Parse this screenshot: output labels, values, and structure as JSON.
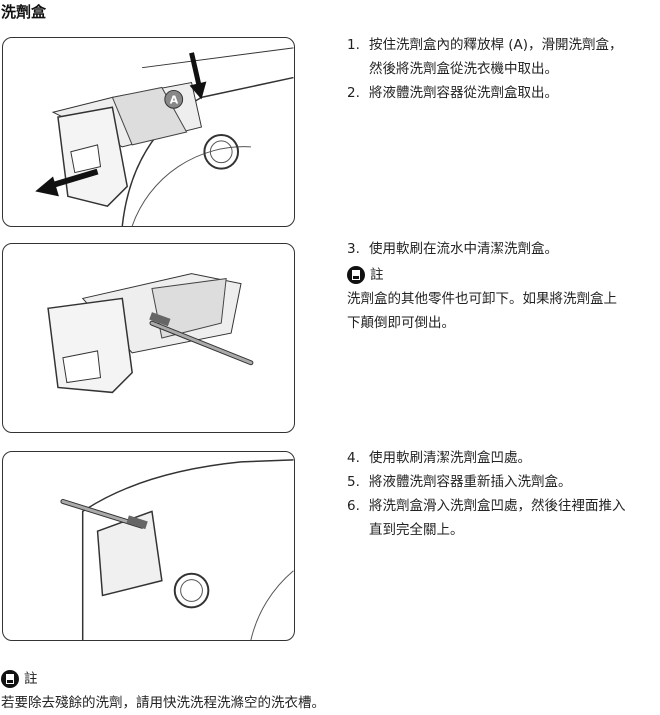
{
  "title": "洗劑盒",
  "figure1": {
    "callout": "A"
  },
  "steps_group1": [
    {
      "num": "1.",
      "lines": [
        "按住洗劑盒內的釋放桿 (A)，滑開洗劑盒，",
        "然後將洗劑盒從洗衣機中取出。"
      ]
    },
    {
      "num": "2.",
      "lines": [
        "將液體洗劑容器從洗劑盒取出。"
      ]
    }
  ],
  "steps_group2": [
    {
      "num": "3.",
      "lines": [
        "使用軟刷在流水中清潔洗劑盒。"
      ]
    }
  ],
  "note1": {
    "label": "註",
    "lines": [
      "洗劑盒的其他零件也可卸下。如果將洗劑盒上",
      "下顛倒即可倒出。"
    ]
  },
  "steps_group3": [
    {
      "num": "4.",
      "lines": [
        "使用軟刷清潔洗劑盒凹處。"
      ]
    },
    {
      "num": "5.",
      "lines": [
        "將液體洗劑容器重新插入洗劑盒。"
      ]
    },
    {
      "num": "6.",
      "lines": [
        "將洗劑盒滑入洗劑盒凹處，然後往裡面推入",
        "直到完全關上。"
      ]
    }
  ],
  "note2": {
    "label": "註",
    "text": "若要除去殘餘的洗劑，請用快洗洗程洗滌空的洗衣槽。"
  }
}
